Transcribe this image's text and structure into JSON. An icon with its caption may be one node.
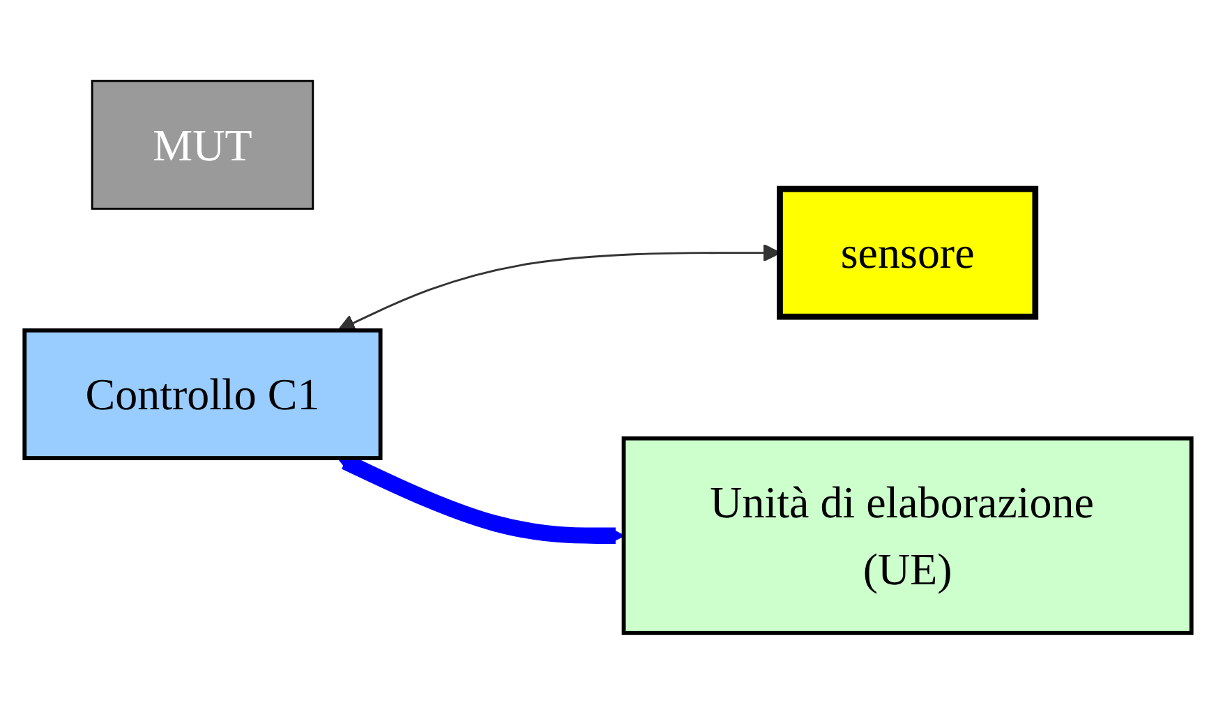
{
  "diagram": {
    "nodes": [
      {
        "text": [
          "MUT"
        ]
      },
      {
        "text": [
          "Controllo C1"
        ]
      },
      {
        "text": [
          "sensore"
        ]
      },
      {
        "text": [
          "Unità di elaborazione (UE)"
        ]
      }
    ],
    "edges": [
      {
        "from": 1,
        "to": 2,
        "arrow": "both"
      },
      {
        "from": 1,
        "to": 3,
        "arrow": "both",
        "style": "thick",
        "color": "#0000ff"
      }
    ]
  }
}
